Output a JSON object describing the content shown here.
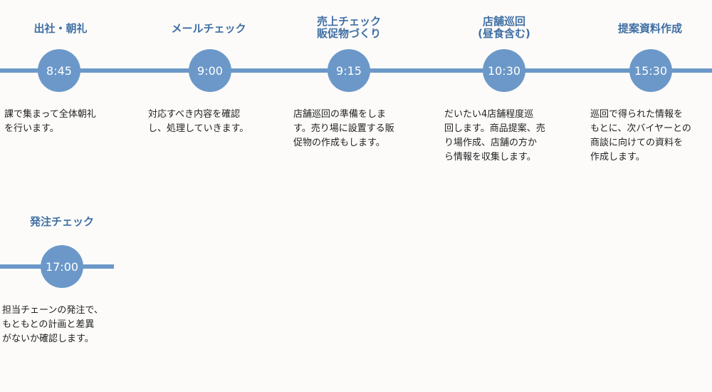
{
  "accent_color": "#6b98c8",
  "title_color": "#3f6fa3",
  "events": [
    {
      "time": "8:45",
      "title_lines": [
        "出社・朝礼"
      ],
      "desc_lines": [
        "課で集まって全体朝礼",
        "を行います。"
      ]
    },
    {
      "time": "9:00",
      "title_lines": [
        "メールチェック"
      ],
      "desc_lines": [
        "対応すべき内容を確認",
        "し、処理していきます。"
      ]
    },
    {
      "time": "9:15",
      "title_lines": [
        "売上チェック",
        "販促物づくり"
      ],
      "desc_lines": [
        "店舗巡回の準備をしま",
        "す。売り場に設置する販",
        "促物の作成もします。"
      ]
    },
    {
      "time": "10:30",
      "title_lines": [
        "店舗巡回",
        "(昼食含む)"
      ],
      "desc_lines": [
        "だいたい4店舗程度巡",
        "回します。商品提案、売",
        "り場作成、店舗の方か",
        "ら情報を収集します。"
      ]
    },
    {
      "time": "15:30",
      "title_lines": [
        "提案資料作成"
      ],
      "desc_lines": [
        "巡回で得られた情報を",
        "もとに、次バイヤーとの",
        "商談に向けての資料を",
        "作成します。"
      ]
    },
    {
      "time": "17:00",
      "title_lines": [
        "発注チェック"
      ],
      "desc_lines": [
        "担当チェーンの発注で、",
        "もともとの計画と差異",
        "がないか確認します。"
      ]
    }
  ]
}
